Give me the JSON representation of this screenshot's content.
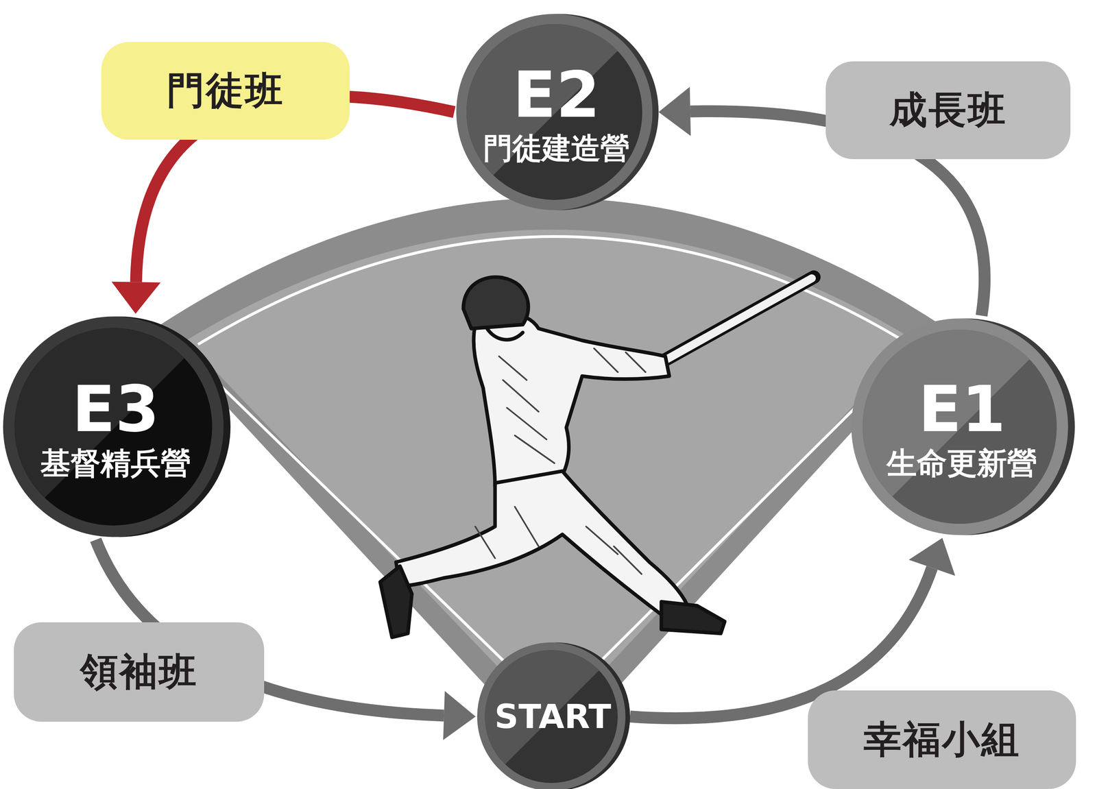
{
  "diagram": {
    "nodes": [
      {
        "text": [
          "門徒班"
        ]
      },
      {
        "text": [
          "E2",
          "門徒建造營"
        ]
      },
      {
        "text": [
          "成長班"
        ]
      },
      {
        "text": [
          "E3",
          "基督精兵營"
        ]
      },
      {
        "text": [
          "E1",
          "生命更新營"
        ]
      },
      {
        "text": [
          "領袖班"
        ]
      },
      {
        "text": [
          "START"
        ]
      },
      {
        "text": [
          "幸福小組"
        ]
      }
    ],
    "edges": [
      {
        "from": 6,
        "to": 4,
        "arrow": "to"
      },
      {
        "from": 4,
        "to": 1,
        "arrow": "to"
      },
      {
        "from": 1,
        "to": 3,
        "arrow": "to"
      },
      {
        "from": 3,
        "to": 6,
        "arrow": "to"
      }
    ]
  }
}
